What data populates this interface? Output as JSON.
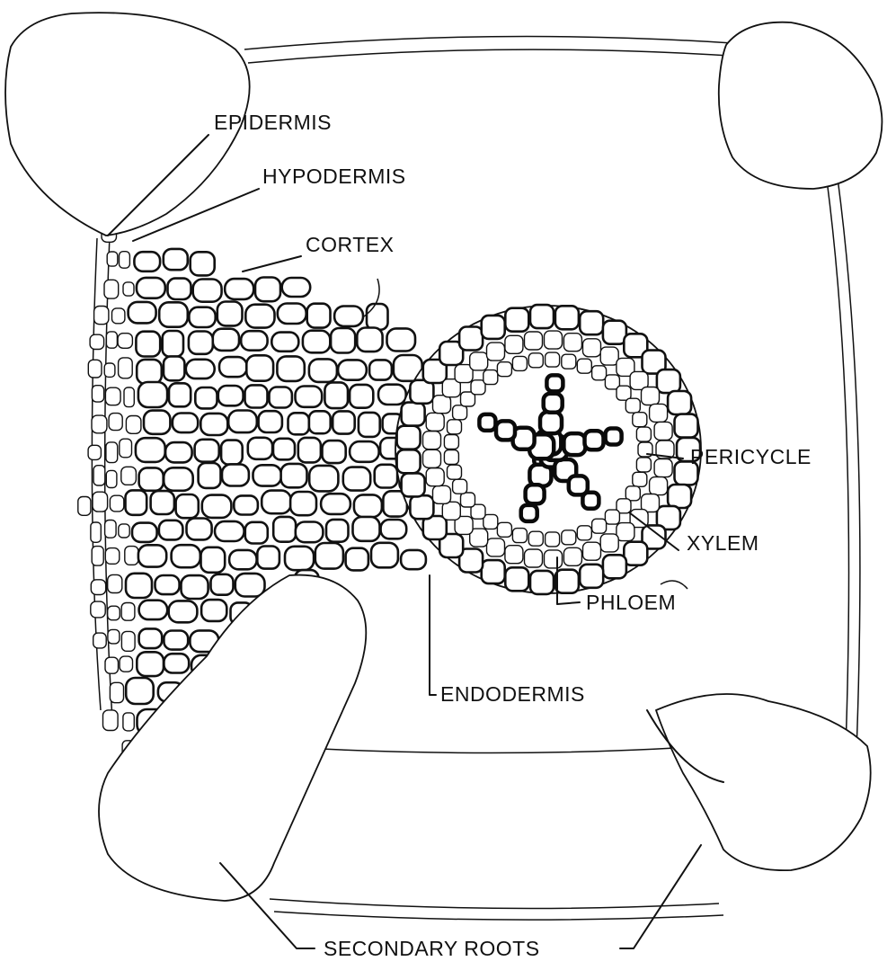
{
  "labels": {
    "epidermis": "EPIDERMIS",
    "hypodermis": "HYPODERMIS",
    "cortex": "CORTEX",
    "pericycle": "PERICYCLE",
    "xylem": "XYLEM",
    "phloem": "PHLOEM",
    "endodermis": "ENDODERMIS",
    "secondary_roots": "SECONDARY ROOTS"
  },
  "colors": {
    "ink": "#111111",
    "background": "#ffffff"
  }
}
